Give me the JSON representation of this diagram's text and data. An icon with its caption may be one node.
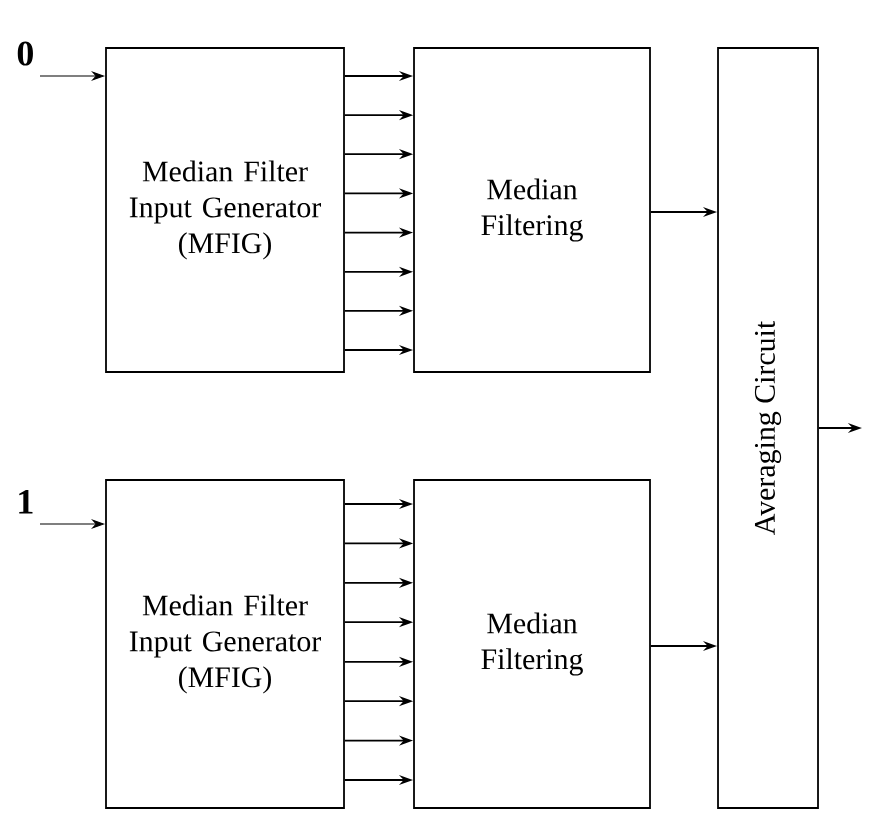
{
  "diagram": {
    "nodes": [
      {
        "text": [
          "Median Filter Input Generator (MFIG)"
        ]
      },
      {
        "text": [
          "Median Filtering"
        ]
      },
      {
        "text": [
          "Median Filter Input Generator (MFIG)"
        ]
      },
      {
        "text": [
          "Median Filtering"
        ]
      },
      {
        "text": [
          "Averaging Circuit"
        ]
      }
    ],
    "edges": [
      {
        "from": null,
        "to": 0,
        "arrow": "to",
        "label": "0"
      },
      {
        "from": 0,
        "to": 1,
        "arrow": "to"
      },
      {
        "from": 0,
        "to": 1,
        "arrow": "to"
      },
      {
        "from": 0,
        "to": 1,
        "arrow": "to"
      },
      {
        "from": 0,
        "to": 1,
        "arrow": "to"
      },
      {
        "from": 0,
        "to": 1,
        "arrow": "to"
      },
      {
        "from": 0,
        "to": 1,
        "arrow": "to"
      },
      {
        "from": 0,
        "to": 1,
        "arrow": "to"
      },
      {
        "from": 0,
        "to": 1,
        "arrow": "to"
      },
      {
        "from": 1,
        "to": 4,
        "arrow": "to"
      },
      {
        "from": null,
        "to": 2,
        "arrow": "to",
        "label": "1"
      },
      {
        "from": 2,
        "to": 3,
        "arrow": "to"
      },
      {
        "from": 2,
        "to": 3,
        "arrow": "to"
      },
      {
        "from": 2,
        "to": 3,
        "arrow": "to"
      },
      {
        "from": 2,
        "to": 3,
        "arrow": "to"
      },
      {
        "from": 2,
        "to": 3,
        "arrow": "to"
      },
      {
        "from": 2,
        "to": 3,
        "arrow": "to"
      },
      {
        "from": 2,
        "to": 3,
        "arrow": "to"
      },
      {
        "from": 2,
        "to": 3,
        "arrow": "to"
      },
      {
        "from": 3,
        "to": 4,
        "arrow": "to"
      },
      {
        "from": 4,
        "to": null,
        "arrow": "to"
      }
    ]
  }
}
